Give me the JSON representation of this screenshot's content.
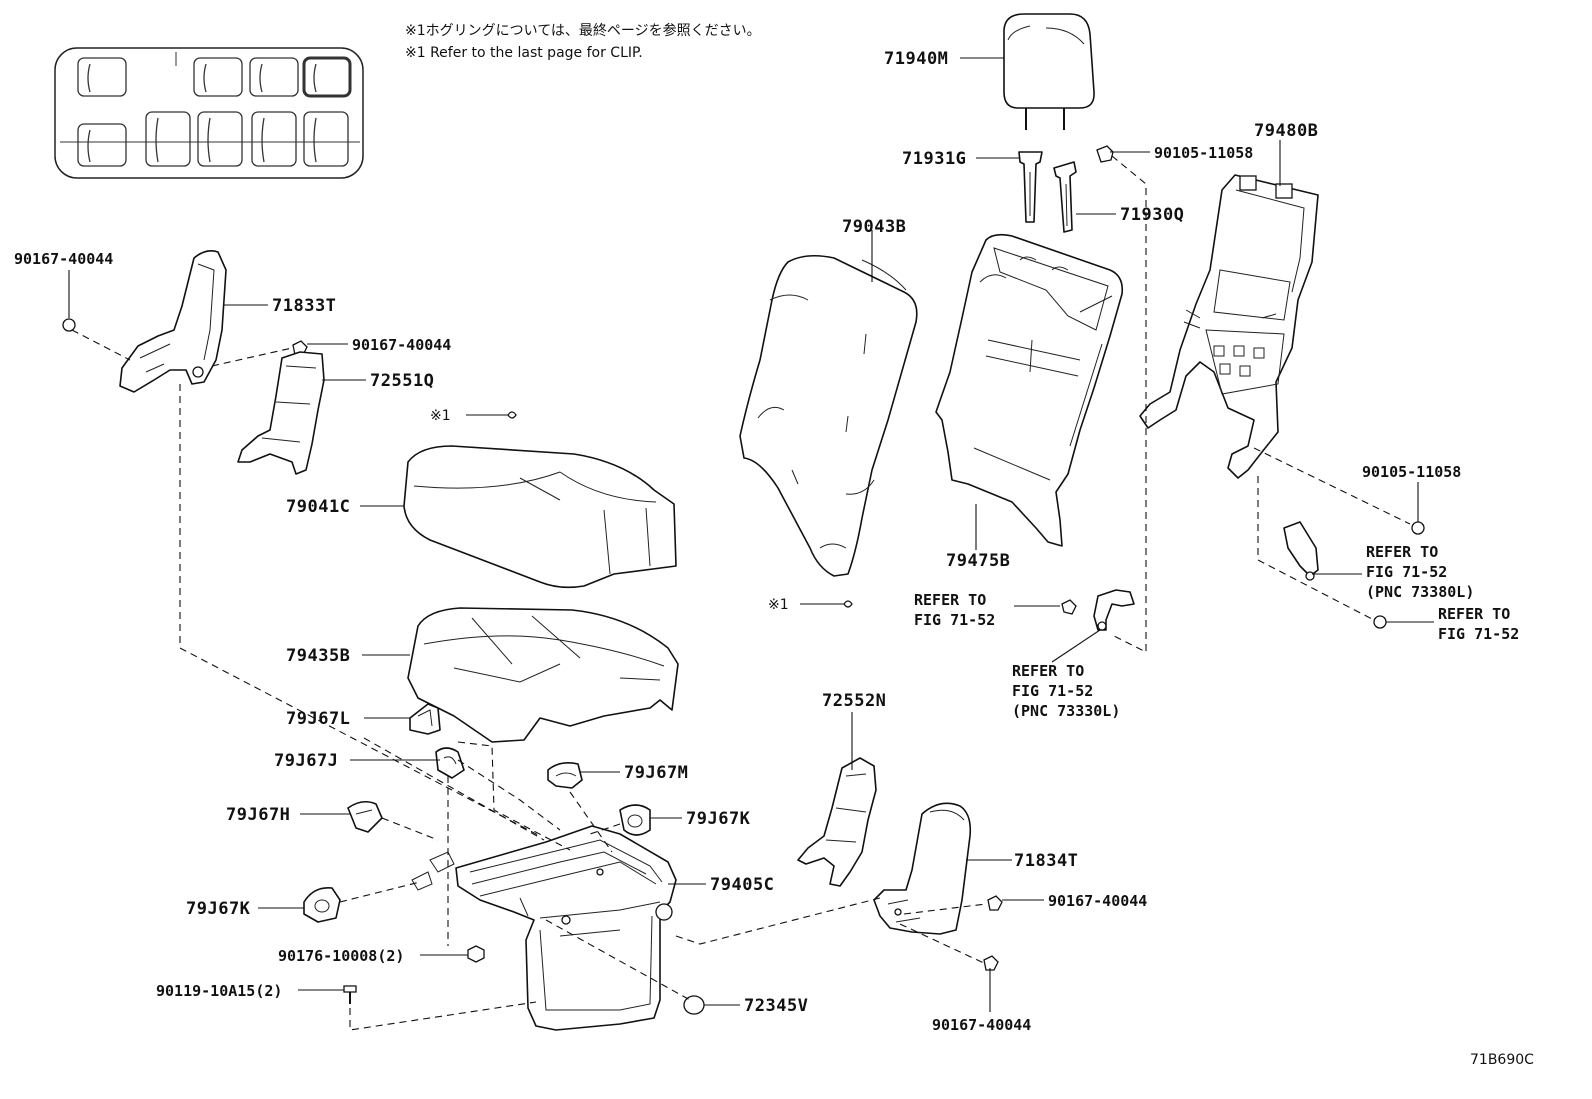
{
  "notes": {
    "jp": "※1ホグリングについては、最終ページを参照ください。",
    "en": "※1 Refer to the last page for CLIP."
  },
  "clip_mark": "※1",
  "diagram_code": "71B690C",
  "parts": {
    "p71940M": "71940M",
    "p71931G": "71931G",
    "p71930Q": "71930Q",
    "p90105_11058_top": "90105-11058",
    "p79480B": "79480B",
    "p79043B": "79043B",
    "p79475B": "79475B",
    "p90105_11058_right": "90105-11058",
    "p90167_40044_left": "90167-40044",
    "p71833T": "71833T",
    "p90167_40044_mid": "90167-40044",
    "p72551Q": "72551Q",
    "p79041C": "79041C",
    "p79435B": "79435B",
    "p79J67L": "79J67L",
    "p79J67J": "79J67J",
    "p79J67M": "79J67M",
    "p79J67H": "79J67H",
    "p79J67K_right": "79J67K",
    "p79405C": "79405C",
    "p79J67K_left": "79J67K",
    "p90176_10008": "90176-10008(2)",
    "p90119_10A15": "90119-10A15(2)",
    "p72345V": "72345V",
    "p72552N": "72552N",
    "p71834T": "71834T",
    "p90167_40044_r1": "90167-40044",
    "p90167_40044_r2": "90167-40044"
  },
  "refers": {
    "refer_center": [
      "REFER TO",
      "FIG 71-52"
    ],
    "refer_pnc_73330L": [
      "REFER TO",
      "FIG 71-52",
      "(PNC 73330L)"
    ],
    "refer_pnc_73380L": [
      "REFER TO",
      "FIG 71-52",
      "(PNC 73380L)"
    ],
    "refer_right": [
      "REFER TO",
      "FIG 71-52"
    ]
  }
}
